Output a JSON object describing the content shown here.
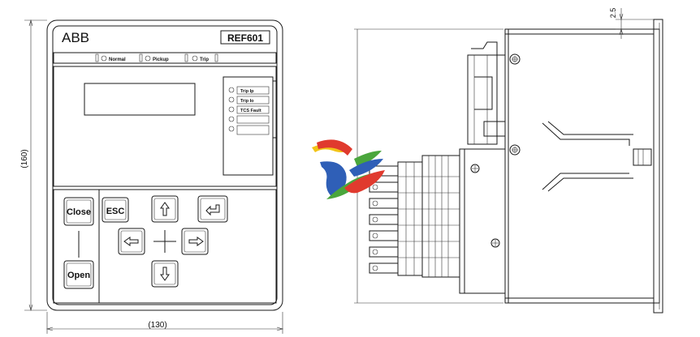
{
  "front": {
    "brand": "ABB",
    "model": "REF601",
    "status_leds": [
      "Normal",
      "Pickup",
      "Trip"
    ],
    "alarm_leds": [
      "Trip Ip",
      "Trip Io",
      "TCS Fault",
      "",
      ""
    ],
    "keys": {
      "close": "Close",
      "open": "Open",
      "esc": "ESC"
    }
  },
  "dimensions": {
    "height": "(160)",
    "width": "(130)",
    "side_gap": "2.5"
  },
  "colors": {
    "line": "#1a1a1a",
    "logo_red": "#e03a2e",
    "logo_blue": "#2f5fb7",
    "logo_green": "#4aa63c",
    "logo_yellow": "#f2c418"
  }
}
